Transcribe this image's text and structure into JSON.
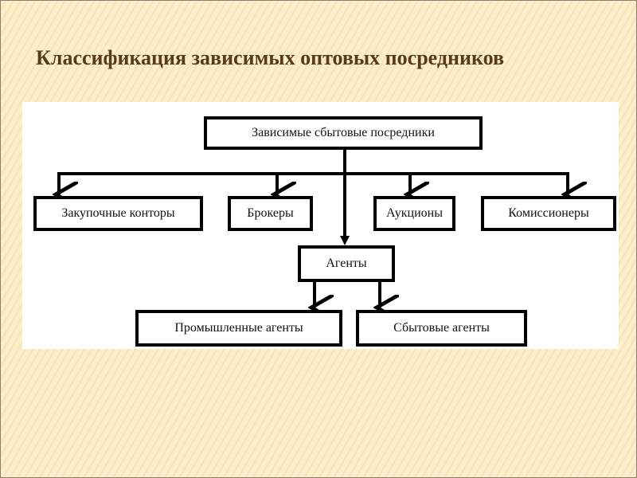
{
  "slide": {
    "title": "Классификация зависимых оптовых посредников"
  },
  "diagram": {
    "root": "Зависимые сбытовые посредники",
    "level1": [
      "Закупочные конторы",
      "Брокеры",
      "Аукционы",
      "Комиссионеры"
    ],
    "agents": "Агенты",
    "agent_types": [
      "Промышленные агенты",
      "Сбытовые агенты"
    ]
  }
}
